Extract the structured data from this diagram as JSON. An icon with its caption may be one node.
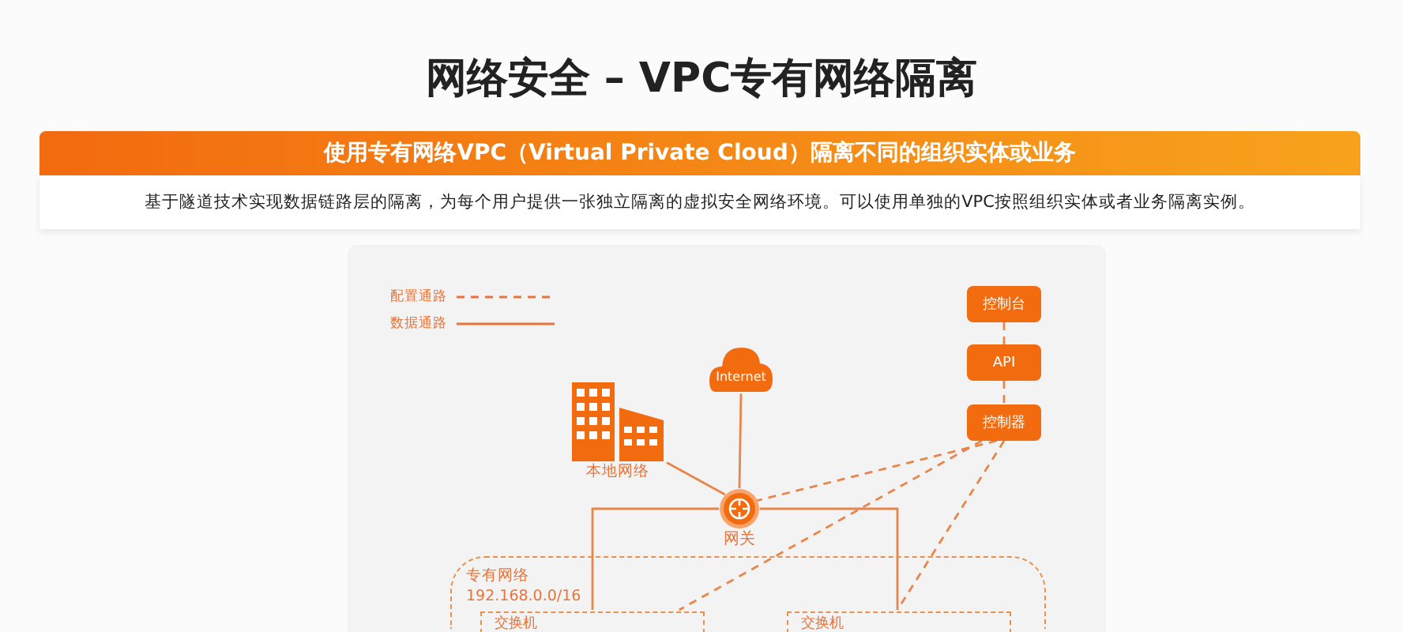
{
  "diagram": {
    "title": "网络安全 – VPC专有网络隔离",
    "nodes": [
      {
        "text": [
          "本地网络"
        ]
      },
      {
        "text": [
          "Internet"
        ]
      },
      {
        "text": [
          "网关"
        ]
      },
      {
        "text": [
          "控制台"
        ]
      },
      {
        "text": [
          "API"
        ]
      },
      {
        "text": [
          "控制器"
        ]
      },
      {
        "text": [
          "专有网络",
          "192.168.0.0/16"
        ]
      },
      {
        "text": [
          "交换机"
        ],
        "in": 6
      },
      {
        "text": [
          "交换机"
        ],
        "in": 6
      }
    ],
    "edges": [
      {
        "from": 1,
        "to": 2,
        "arrow": "none"
      },
      {
        "from": 0,
        "to": 2,
        "arrow": "none"
      },
      {
        "from": 2,
        "to": 7,
        "arrow": "none"
      },
      {
        "from": 2,
        "to": 8,
        "arrow": "none"
      },
      {
        "from": 3,
        "to": 4,
        "arrow": "none",
        "style": "dashed"
      },
      {
        "from": 4,
        "to": 5,
        "arrow": "none",
        "style": "dashed"
      },
      {
        "from": 5,
        "to": 2,
        "arrow": "none",
        "style": "dashed"
      },
      {
        "from": 5,
        "to": 7,
        "arrow": "none",
        "style": "dashed"
      },
      {
        "from": 5,
        "to": 8,
        "arrow": "none",
        "style": "dashed"
      }
    ],
    "labels": [
      "使用专有网络VPC（Virtual Private Cloud）隔离不同的组织实体或业务",
      "基于隧道技术实现数据链路层的隔离，为每个用户提供一张独立隔离的虚拟安全网络环境。可以使用单独的VPC按照组织实体或者业务隔离实例。"
    ],
    "legend": [
      {
        "text": "配置通路"
      },
      {
        "text": "数据通路"
      }
    ]
  }
}
